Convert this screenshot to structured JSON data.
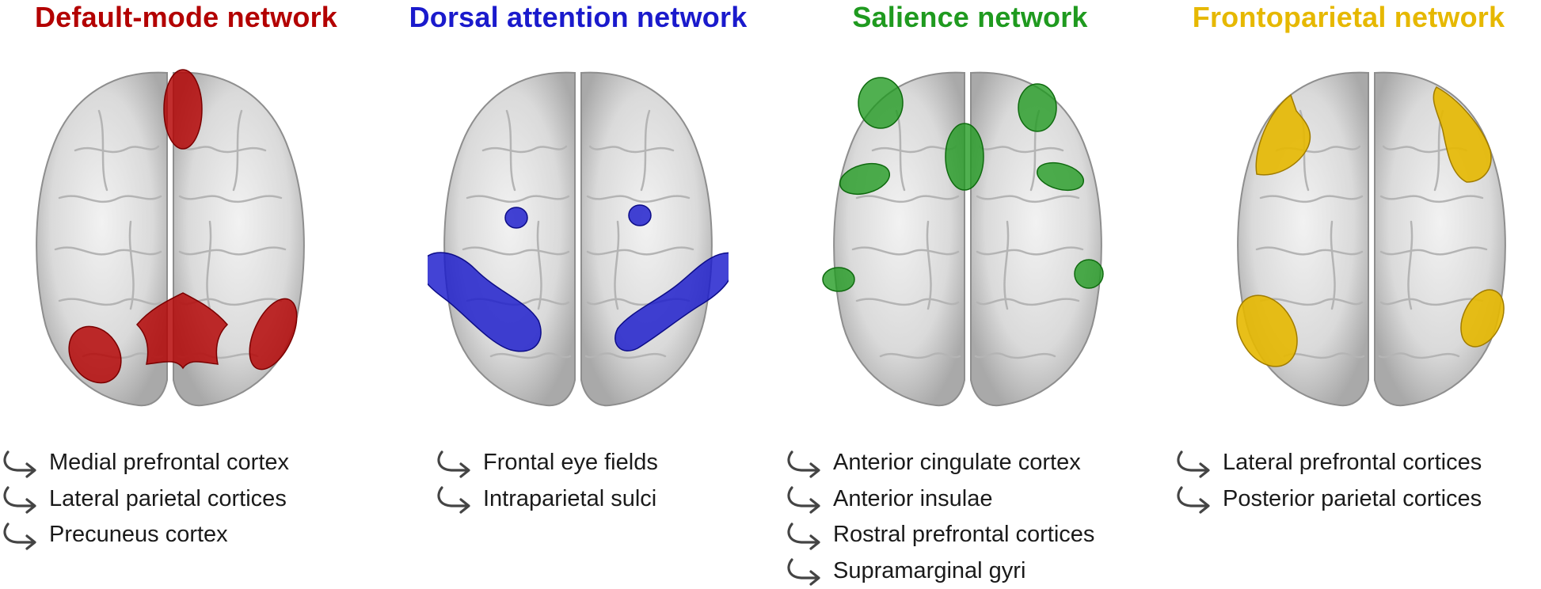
{
  "colors": {
    "default_mode": "#b30000",
    "dorsal_attention": "#1a1acc",
    "salience": "#1f9a1f",
    "frontoparietal": "#e6b800",
    "arrow": "#444444",
    "brain": "#d9d9d9"
  },
  "icons": {
    "list_arrow": "curved-arrow-icon",
    "brain": "brain-axial-view"
  },
  "networks": [
    {
      "title": "Default-mode network",
      "regions": [
        "Medial prefrontal cortex",
        "Lateral parietal cortices",
        "Precuneus cortex"
      ]
    },
    {
      "title": "Dorsal attention network",
      "regions": [
        "Frontal eye fields",
        "Intraparietal sulci"
      ]
    },
    {
      "title": "Salience network",
      "regions": [
        "Anterior cingulate cortex",
        "Anterior insulae",
        "Rostral prefrontal cortices",
        "Supramarginal gyri"
      ]
    },
    {
      "title": "Frontoparietal network",
      "regions": [
        "Lateral prefrontal cortices",
        "Posterior parietal cortices"
      ]
    }
  ]
}
